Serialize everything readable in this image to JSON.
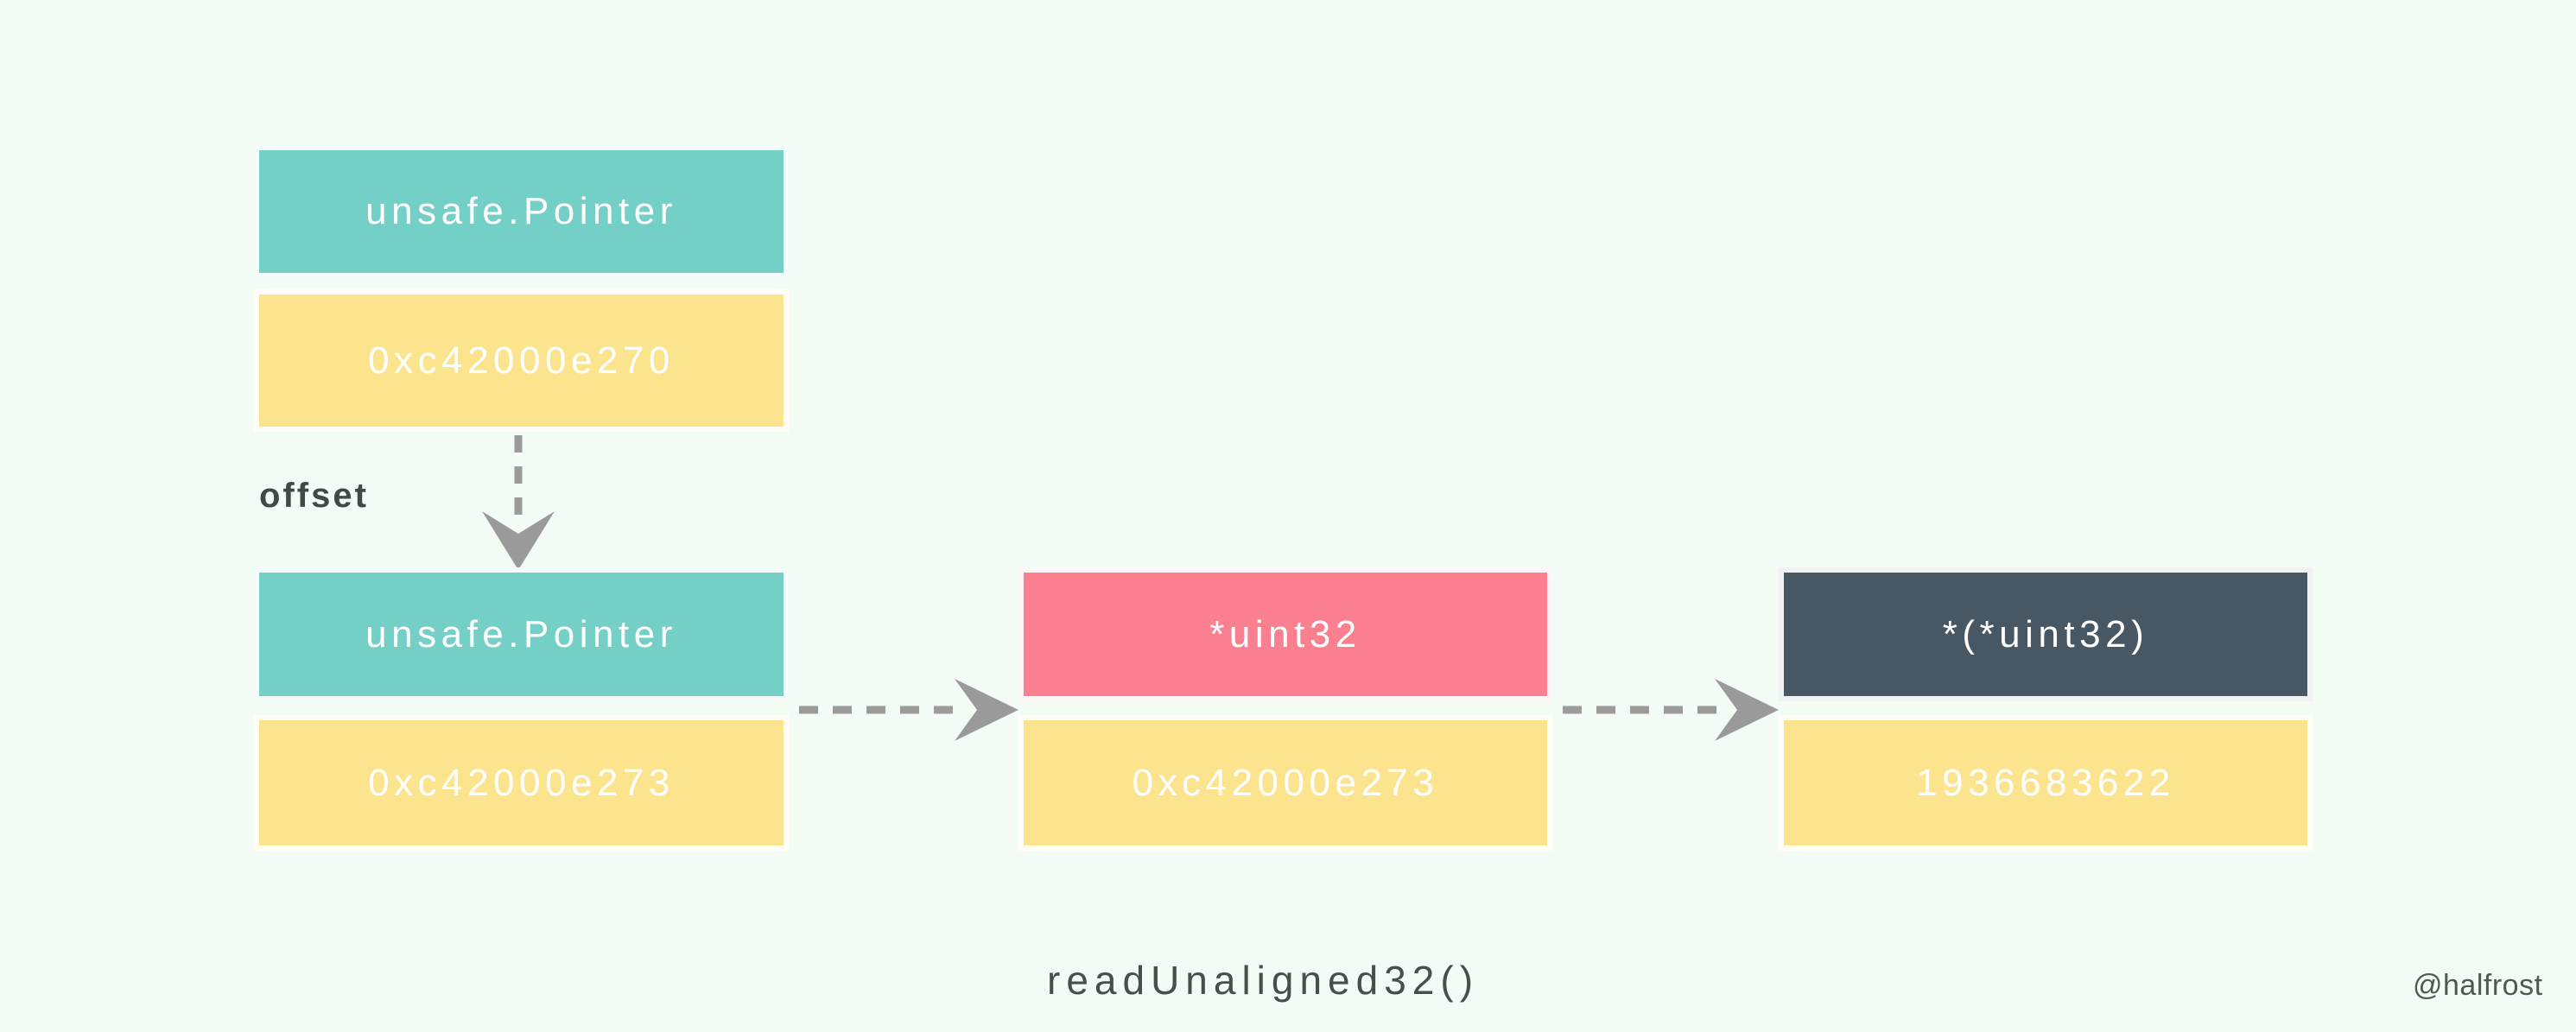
{
  "diagram": {
    "caption": "readUnaligned32()",
    "watermark": "@halfrost",
    "offset_label": "offset",
    "background_color": "#f2fcf4",
    "colors": {
      "teal": "#74d0c6",
      "pink": "#fa8090",
      "slate": "#485764",
      "amber": "#fbe48d",
      "arrow_gray": "#9a9a9a",
      "text_dark": "#3f4a42",
      "text_light": "#ffffff"
    },
    "nodes": [
      {
        "id": "source-pointer",
        "type_label": "unsafe.Pointer",
        "value_label": "0xc42000e270",
        "header_color": "#74d0c6",
        "value_color": "#fbe48d"
      },
      {
        "id": "offset-pointer",
        "type_label": "unsafe.Pointer",
        "value_label": "0xc42000e273",
        "header_color": "#74d0c6",
        "value_color": "#fbe48d"
      },
      {
        "id": "uint32-pointer",
        "type_label": "*uint32",
        "value_label": "0xc42000e273",
        "header_color": "#fa8090",
        "value_color": "#fbe48d"
      },
      {
        "id": "uint32-deref",
        "type_label": "*(*uint32)",
        "value_label": "1936683622",
        "header_color": "#485764",
        "value_color": "#fbe48d"
      }
    ],
    "arrows": [
      {
        "id": "offset-arrow",
        "label": "offset",
        "direction": "down",
        "style": "dashed"
      },
      {
        "id": "cast-arrow",
        "label": "",
        "direction": "right",
        "style": "dashed"
      },
      {
        "id": "dereference-arrow",
        "label": "",
        "direction": "right",
        "style": "dashed"
      }
    ]
  }
}
